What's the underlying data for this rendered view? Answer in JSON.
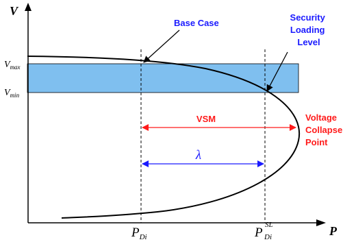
{
  "axes": {
    "y_label": "V",
    "x_label": "P"
  },
  "ticks": {
    "vmax": {
      "base": "V",
      "sub": "max"
    },
    "vmin": {
      "base": "V",
      "sub": "min"
    },
    "pdi": {
      "base": "P",
      "sub": "Di"
    },
    "pdisl": {
      "base": "P",
      "sub": "Di",
      "sup": "SL"
    }
  },
  "annotations": {
    "base_case": "Base Case",
    "security": [
      "Security",
      "Loading",
      "Level"
    ],
    "collapse": [
      "Voltage",
      "Collapse",
      "Point"
    ],
    "vsm": "VSM",
    "lambda": "λ"
  },
  "colors": {
    "band_fill": "#7fbfef",
    "band_stroke": "#000000",
    "blue_text": "#1a1aff",
    "red_text": "#ff1a1a",
    "curve": "#000000"
  }
}
